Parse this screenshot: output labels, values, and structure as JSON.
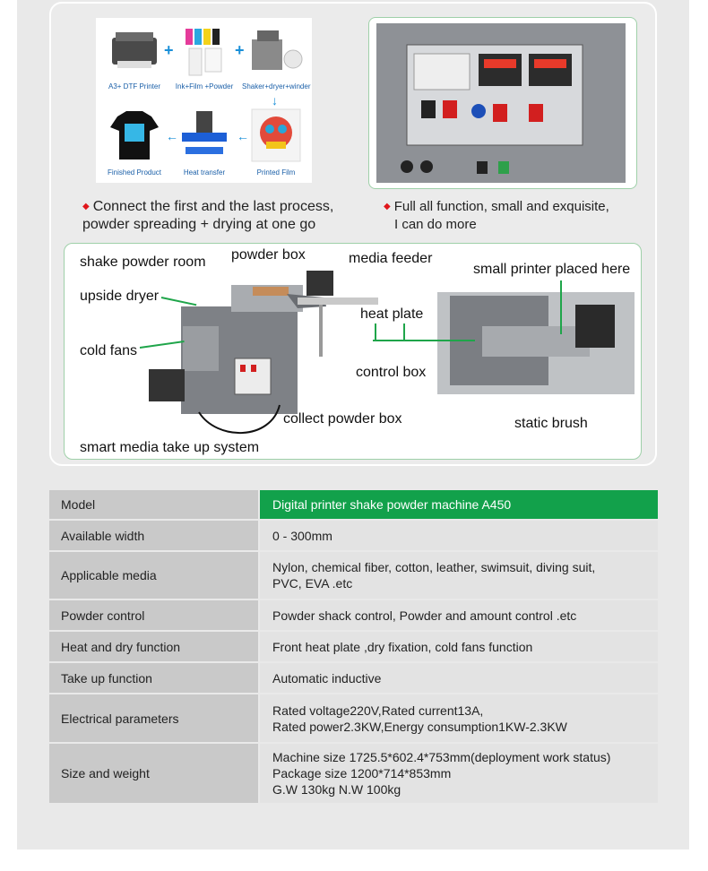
{
  "process": {
    "items": [
      {
        "label": "A3+ DTF Printer",
        "icon": "printer-icon"
      },
      {
        "label": "Ink+Film +Powder",
        "icon": "ink-film-icon"
      },
      {
        "label": "Shaker+dryer+winder",
        "icon": "shaker-icon"
      },
      {
        "label": "Finished Product",
        "icon": "tshirt-icon"
      },
      {
        "label": "Heat transfer",
        "icon": "heat-press-icon"
      },
      {
        "label": "Printed Film",
        "icon": "printed-film-icon"
      }
    ]
  },
  "bullets": {
    "left": [
      "Connect the first and the last process,",
      "powder spreading + drying at one go"
    ],
    "right": [
      "Full all function, small and exquisite,",
      "I can do more"
    ]
  },
  "diagram": {
    "labels": {
      "shake_powder_room": "shake powder room",
      "powder_box": "powder box",
      "media_feeder": "media feeder",
      "upside_dryer": "upside dryer",
      "small_printer": "small printer placed here",
      "heat_plate": "heat plate",
      "cold_fans": "cold fans",
      "control_box": "control box",
      "collect_powder_box": "collect powder box",
      "static_brush": "static brush",
      "take_up": "smart media take up system"
    }
  },
  "specs": [
    {
      "key": "Model",
      "value": "Digital printer shake powder machine A450"
    },
    {
      "key": "Available width",
      "value": "0 - 300mm"
    },
    {
      "key": "Applicable media",
      "value": "Nylon, chemical fiber, cotton, leather, swimsuit, diving suit,\nPVC, EVA .etc"
    },
    {
      "key": "Powder control",
      "value": "Powder shack control, Powder and amount  control .etc"
    },
    {
      "key": "Heat and dry function",
      "value": "Front heat plate ,dry fixation, cold fans function"
    },
    {
      "key": "Take up function",
      "value": "Automatic inductive"
    },
    {
      "key": "Electrical parameters",
      "value": "Rated voltage220V,Rated  current13A,\nRated power2.3KW,Energy consumption1KW-2.3KW"
    },
    {
      "key": "Size and weight",
      "value": "Machine size 1725.5*602.4*753mm(deployment  work status)\nPackage size 1200*714*853mm\nG.W 130kg     N.W 100kg"
    }
  ],
  "colors": {
    "accent_green": "#12a14b",
    "bullet_red": "#e0161b",
    "label_blue": "#1a5fa8"
  }
}
